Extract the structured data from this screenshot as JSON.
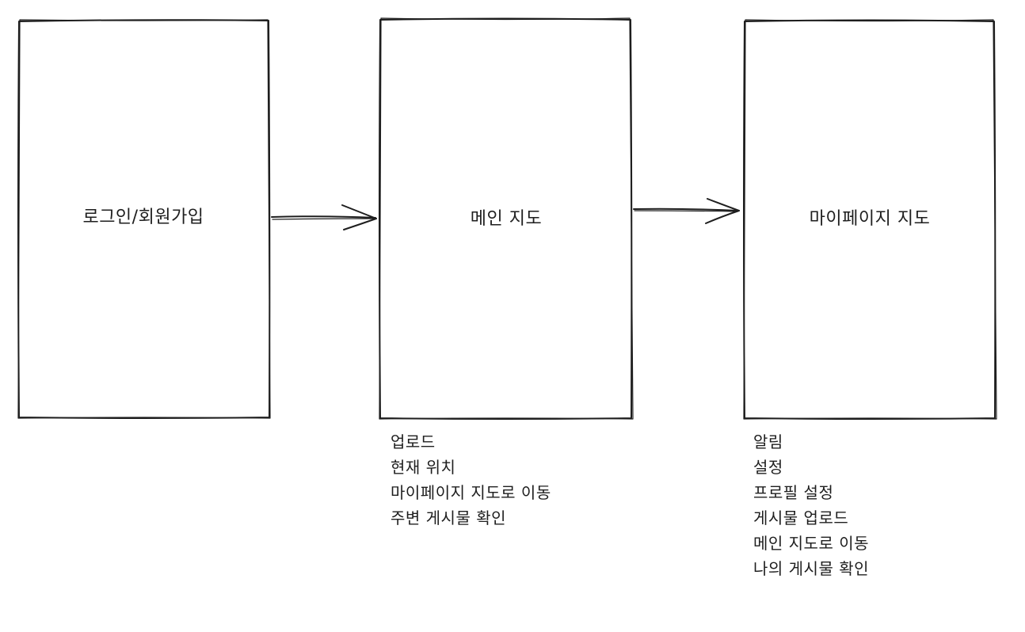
{
  "screens": [
    {
      "title": "로그인/회원가입",
      "features": []
    },
    {
      "title": "메인 지도",
      "features": [
        "업로드",
        "현재 위치",
        "마이페이지 지도로 이동",
        "주변 게시물 확인"
      ]
    },
    {
      "title": "마이페이지 지도",
      "features": [
        "알림",
        "설정",
        "프로필 설정",
        "게시물 업로드",
        "메인 지도로 이동",
        "나의 게시물 확인"
      ]
    }
  ],
  "colors": {
    "stroke": "#1e1e1e",
    "background": "#ffffff"
  }
}
